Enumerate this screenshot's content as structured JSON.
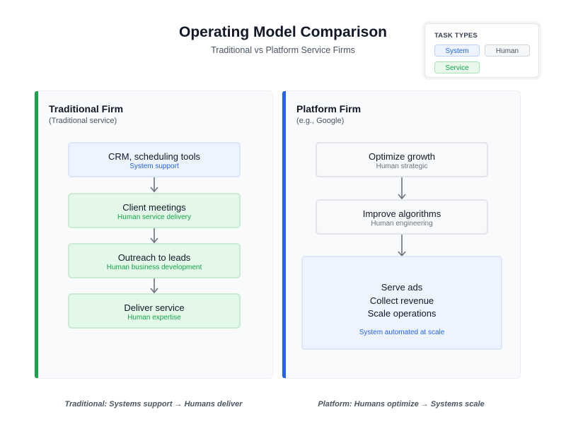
{
  "header": {
    "title": "Operating Model Comparison",
    "subtitle": "Traditional vs Platform Service Firms"
  },
  "legend": {
    "title": "TASK TYPES",
    "items": [
      {
        "label": "System",
        "color": "#2563eb"
      },
      {
        "label": "Human",
        "color": "#6b7280"
      },
      {
        "label": "Service",
        "color": "#16a34a"
      }
    ]
  },
  "traditional": {
    "title": "Traditional Firm",
    "subtitle": "(Traditional service)",
    "accent_color": "#16a34a",
    "steps": [
      {
        "label": "CRM, scheduling tools",
        "tag": "System support",
        "type": "system"
      },
      {
        "label": "Client meetings",
        "tag": "Human service delivery",
        "type": "service"
      },
      {
        "label": "Outreach to leads",
        "tag": "Human business development",
        "type": "service"
      },
      {
        "label": "Deliver service",
        "tag": "Human expertise",
        "type": "service"
      }
    ],
    "footer": "Traditional: Systems support → Humans deliver"
  },
  "platform": {
    "title": "Platform Firm",
    "subtitle": "(e.g., Google)",
    "accent_color": "#2563eb",
    "steps": [
      {
        "label": "Optimize growth",
        "tag": "Human strategic",
        "type": "human"
      },
      {
        "label": "Improve algorithms",
        "tag": "Human engineering",
        "type": "human"
      }
    ],
    "automation": {
      "lines": [
        "Serve ads",
        "Collect revenue",
        "Scale operations"
      ],
      "tag": "System automated at scale",
      "type": "system"
    },
    "footer": "Platform: Humans optimize → Systems scale"
  }
}
